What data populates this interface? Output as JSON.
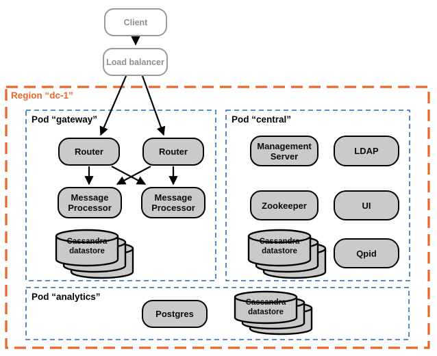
{
  "colors": {
    "region-accent": "#ED6428",
    "pod-accent": "#3E7BBE",
    "node-fill": "#CACACA",
    "node-border": "#000000",
    "external-border": "#999999",
    "external-text": "#8F8F8F",
    "arrow": "#000000"
  },
  "external": {
    "client": {
      "label": "Client"
    },
    "load_balancer": {
      "label": "Load balancer"
    }
  },
  "region": {
    "label": "Region “dc-1”"
  },
  "pods": {
    "gateway": {
      "label": "Pod “gateway”"
    },
    "central": {
      "label": "Pod “central”"
    },
    "analytics": {
      "label": "Pod “analytics”"
    }
  },
  "nodes": {
    "router1": {
      "label": "Router"
    },
    "router2": {
      "label": "Router"
    },
    "mp1": {
      "line1": "Message",
      "line2": "Processor"
    },
    "mp2": {
      "line1": "Message",
      "line2": "Processor"
    },
    "management": {
      "line1": "Management",
      "line2": "Server"
    },
    "ldap": {
      "label": "LDAP"
    },
    "zookeeper": {
      "label": "Zookeeper"
    },
    "ui": {
      "label": "UI"
    },
    "qpid": {
      "label": "Qpid"
    },
    "postgres": {
      "label": "Postgres"
    },
    "cassandra_gateway": {
      "line1": "Cassandra",
      "line2": "datastore"
    },
    "cassandra_central": {
      "line1": "Cassandra",
      "line2": "datastore"
    },
    "cassandra_analytics": {
      "line1": "Cassandra",
      "line2": "datastore"
    }
  }
}
